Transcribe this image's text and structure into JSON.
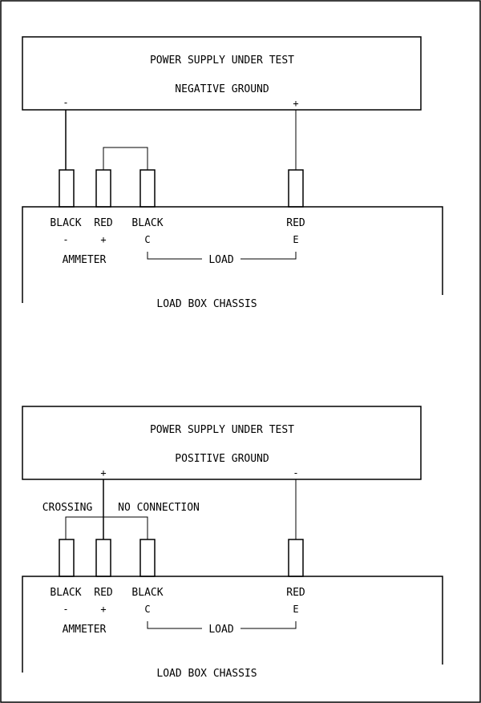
{
  "diagram1": {
    "supply_title": "POWER SUPPLY UNDER TEST",
    "supply_subtitle": "NEGATIVE GROUND",
    "supply_left_terminal": "-",
    "supply_right_terminal": "+",
    "jack_colors": [
      "BLACK",
      "RED",
      "BLACK",
      "RED"
    ],
    "jack_marks": [
      "-",
      "+",
      "C",
      "E"
    ],
    "ammeter_label": "AMMETER",
    "load_label": "LOAD",
    "chassis_label": "LOAD BOX CHASSIS"
  },
  "diagram2": {
    "supply_title": "POWER SUPPLY UNDER TEST",
    "supply_subtitle": "POSITIVE GROUND",
    "supply_left_terminal": "+",
    "supply_right_terminal": "-",
    "crossing_label": "CROSSING",
    "no_connection_label": "NO CONNECTION",
    "jack_colors": [
      "BLACK",
      "RED",
      "BLACK",
      "RED"
    ],
    "jack_marks": [
      "-",
      "+",
      "C",
      "E"
    ],
    "ammeter_label": "AMMETER",
    "load_label": "LOAD",
    "chassis_label": "LOAD BOX CHASSIS"
  }
}
